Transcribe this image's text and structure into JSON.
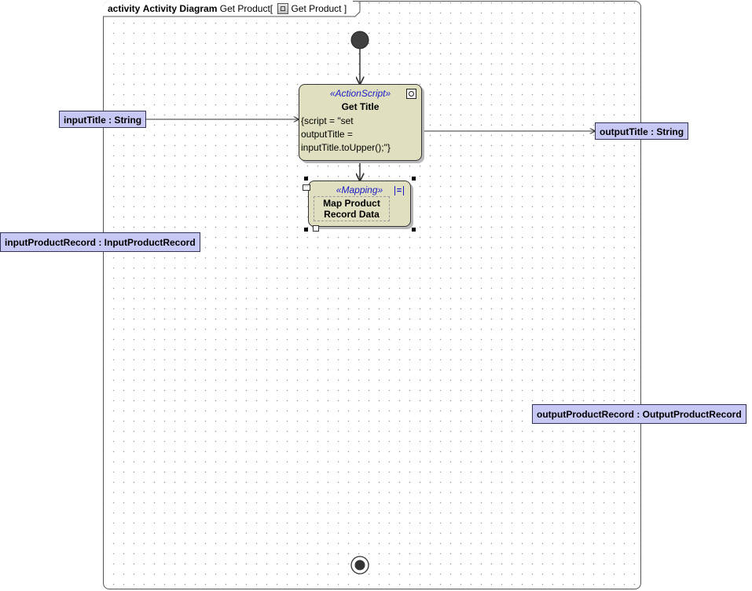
{
  "frame": {
    "keyword": "activity",
    "kind": "Activity Diagram",
    "name": "Get Product",
    "bracket_open": "[",
    "bracket_close": "]",
    "behavior": "Get Product",
    "behavior_icon": "activity-icon"
  },
  "pins": {
    "input_title": "inputTitle : String",
    "output_title": "outputTitle : String",
    "input_product_record": "inputProductRecord : InputProductRecord",
    "output_product_record": "outputProductRecord : OutputProductRecord"
  },
  "actions": {
    "get_title": {
      "stereotype": "«ActionScript»",
      "name": "Get Title",
      "script_lines": [
        "{script = \"set",
        "outputTitle =",
        "inputTitle.toUpper();\"}"
      ],
      "icon": "script-icon"
    },
    "map_product": {
      "stereotype": "«Mapping»",
      "name_lines": [
        "Map Product",
        "Record Data"
      ],
      "icon": "mapping-icon"
    }
  },
  "nodes": {
    "initial": "initial-node",
    "final": "activity-final-node"
  },
  "colors": {
    "pin_fill": "#c8c8f4",
    "action_fill": "#e0e0c0",
    "stereotype_text": "#1a1ac8"
  }
}
